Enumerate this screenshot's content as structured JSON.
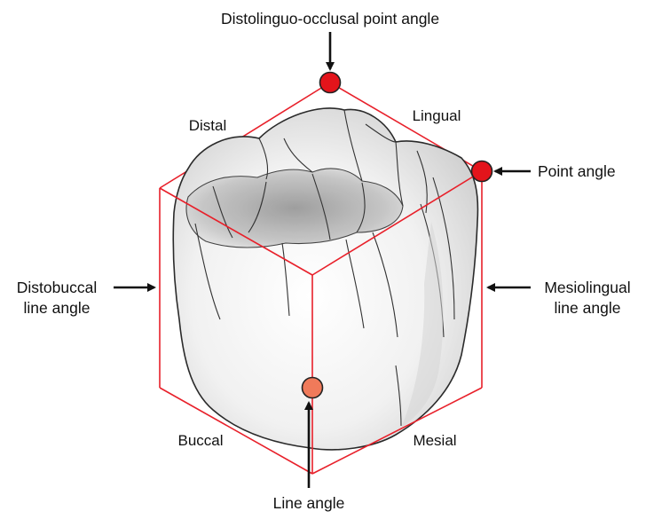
{
  "title": "Distolinguo-occlusal point angle",
  "faces": {
    "distal": "Distal",
    "lingual": "Lingual",
    "buccal": "Buccal",
    "mesial": "Mesial"
  },
  "callouts": {
    "point_angle": "Point angle",
    "distobuccal_line1": "Distobuccal",
    "distobuccal_line2": "line angle",
    "mesiolingual_line1": "Mesiolingual",
    "mesiolingual_line2": "line angle",
    "line_angle": "Line angle"
  },
  "colors": {
    "outline": "#e8202a",
    "point_marker": "#e3141b",
    "line_marker": "#f07a5a",
    "tooth_fill": "#eeeeee",
    "tooth_stroke": "#2a2a2a",
    "arrow": "#111111"
  }
}
